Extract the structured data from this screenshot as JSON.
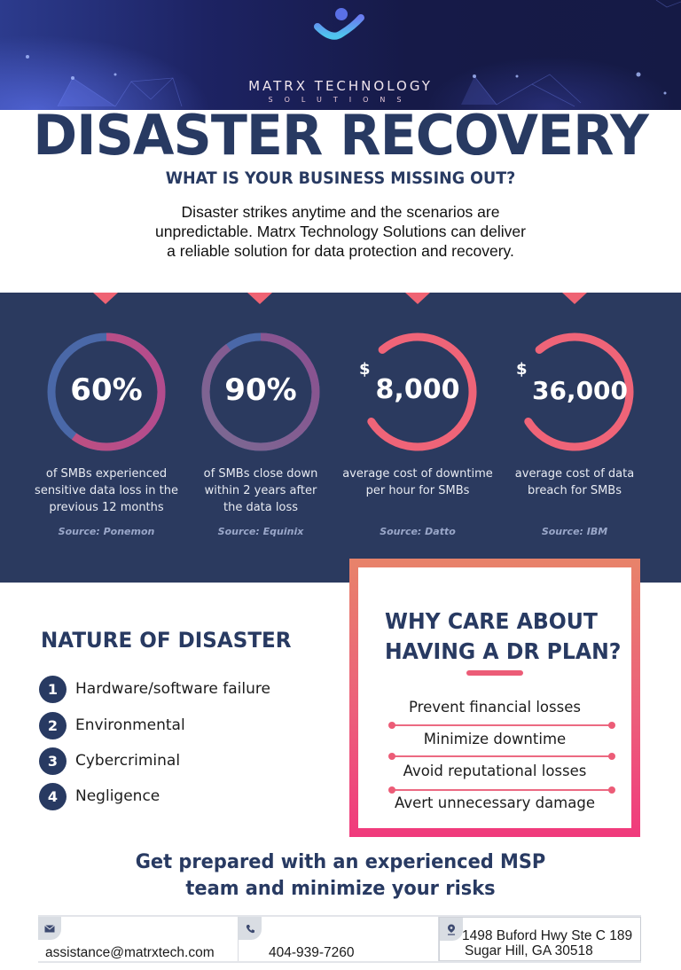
{
  "header": {
    "brand_name": "MATRX TECHNOLOGY",
    "brand_sub": "SOLUTIONS",
    "logo_icon": "matrx-m-logo-icon"
  },
  "hero": {
    "title": "DISASTER RECOVERY",
    "subtitle": "WHAT IS YOUR BUSINESS MISSING OUT?",
    "intro_lines": [
      "Disaster strikes anytime and the scenarios are",
      "unpredictable.  Matrx Technology Solutions can deliver",
      "a reliable solution for data protection and recovery."
    ]
  },
  "stats": [
    {
      "value": "60%",
      "percent": 60,
      "desc_lines": [
        "of SMBs experienced",
        "sensitive data loss in the",
        "previous 12 months"
      ],
      "source": "Source: Ponemon"
    },
    {
      "value": "90%",
      "percent": 90,
      "desc_lines": [
        "of SMBs close down",
        "within 2 years after",
        "the data loss"
      ],
      "source": "Source: Equinix"
    },
    {
      "currency": "$",
      "value": "8,000",
      "desc_lines": [
        "average cost of downtime",
        "per hour for SMBs"
      ],
      "source": "Source: Datto"
    },
    {
      "currency": "$",
      "value": "36,000",
      "desc_lines": [
        "average cost of data",
        "breach for SMBs"
      ],
      "source": "Source: IBM"
    }
  ],
  "nature": {
    "title": "NATURE OF DISASTER",
    "items": [
      {
        "num": "1",
        "label": "Hardware/software failure"
      },
      {
        "num": "2",
        "label": "Environmental"
      },
      {
        "num": "3",
        "label": "Cybercriminal"
      },
      {
        "num": "4",
        "label": "Negligence"
      }
    ]
  },
  "dr_plan": {
    "title_lines": [
      "WHY CARE ABOUT",
      "HAVING A DR PLAN?"
    ],
    "items": [
      "Prevent financial losses",
      "Minimize downtime",
      "Avoid reputational losses",
      "Avert unnecessary damage"
    ]
  },
  "cta": {
    "lines": [
      "Get prepared with an experienced MSP",
      "team and minimize your risks"
    ]
  },
  "contact": {
    "email": {
      "icon": "envelope-icon",
      "value": "assistance@matrxtech.com"
    },
    "phone": {
      "icon": "phone-icon",
      "value": "404-939-7260"
    },
    "address": {
      "icon": "location-pin-icon",
      "lines": [
        "1498 Buford Hwy Ste C 189",
        "Sugar Hill, GA 30518"
      ]
    }
  },
  "colors": {
    "navy": "#283a62",
    "band": "#2b3a5f",
    "coral": "#ef6373",
    "pink": "#f03a7c",
    "ring_blue": "#4a6aa8",
    "ring_magenta": "#b04a8c"
  }
}
